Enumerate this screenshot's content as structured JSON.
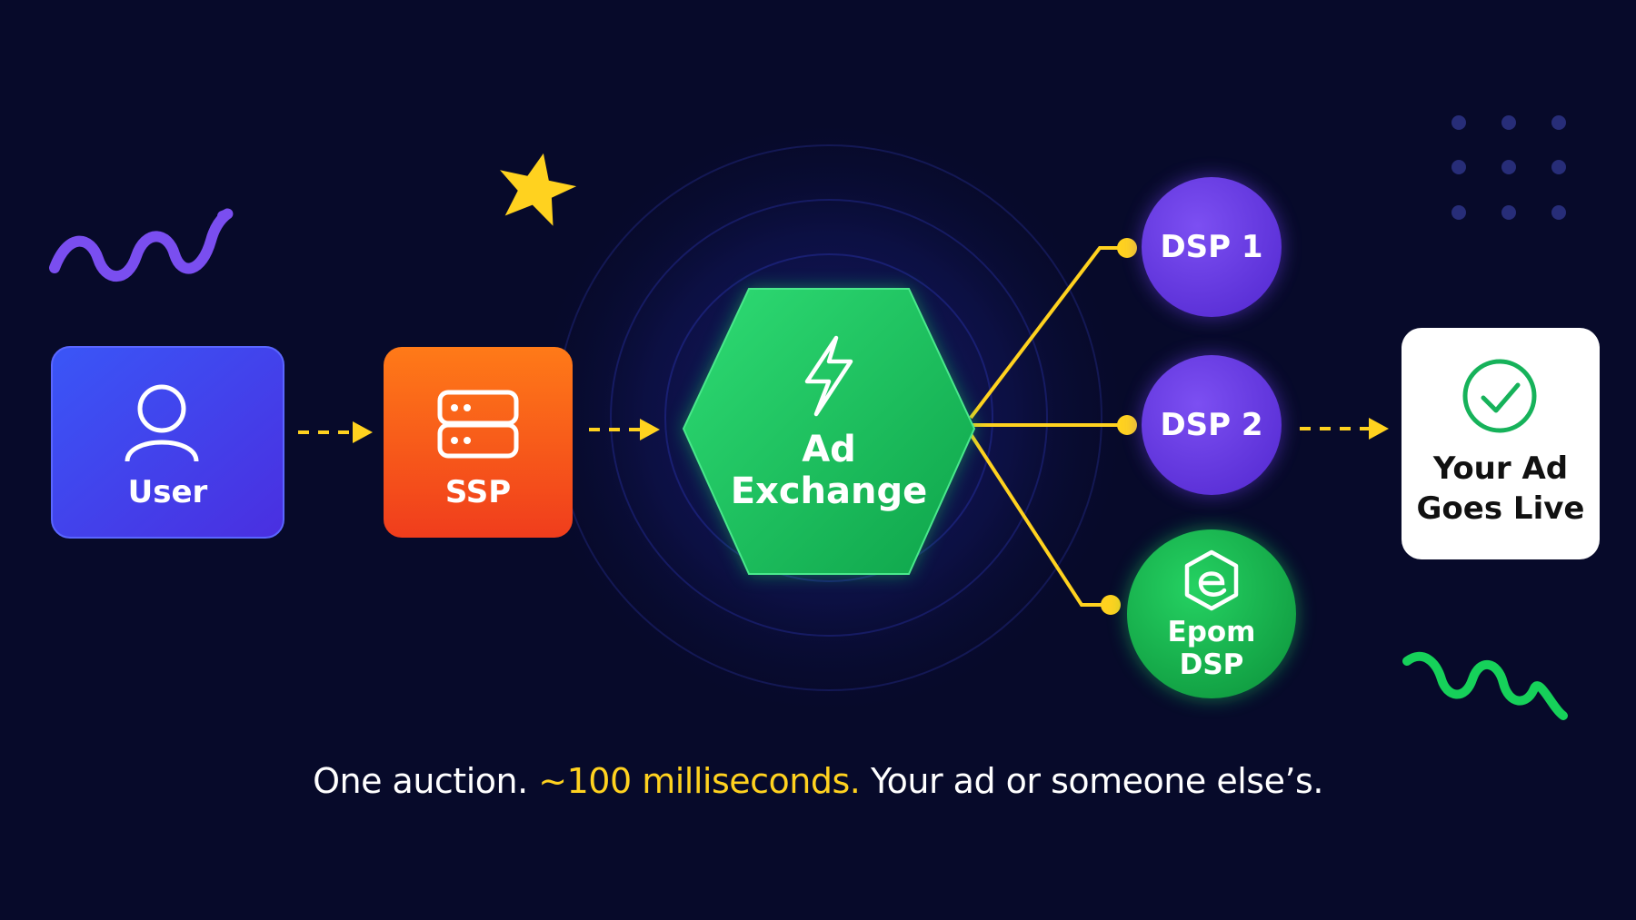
{
  "nodes": {
    "user": {
      "label": "User",
      "icon": "user-icon"
    },
    "ssp": {
      "label": "SSP",
      "icon": "server-icon"
    },
    "exchange": {
      "line1": "Ad",
      "line2": "Exchange",
      "icon": "lightning-icon"
    },
    "dsp1": {
      "label": "DSP 1"
    },
    "dsp2": {
      "label": "DSP 2"
    },
    "epom": {
      "line1": "Epom",
      "line2": "DSP",
      "icon": "epom-logo-icon"
    },
    "live": {
      "line1": "Your Ad",
      "line2": "Goes Live",
      "icon": "check-circle-icon"
    }
  },
  "caption": {
    "part1": "One auction.",
    "highlight": "~100 milliseconds.",
    "part2": "Your ad or someone else’s."
  },
  "colors": {
    "background": "#070a2a",
    "user": "#3d3df5",
    "ssp": "#f2541b",
    "exchange": "#16c25c",
    "dsp": "#6b3ee6",
    "epom": "#18b84f",
    "live": "#ffffff",
    "arrow": "#ffd21f",
    "squiggle_purple": "#7a4ef0",
    "squiggle_green": "#16d15a",
    "star": "#ffd21f"
  }
}
